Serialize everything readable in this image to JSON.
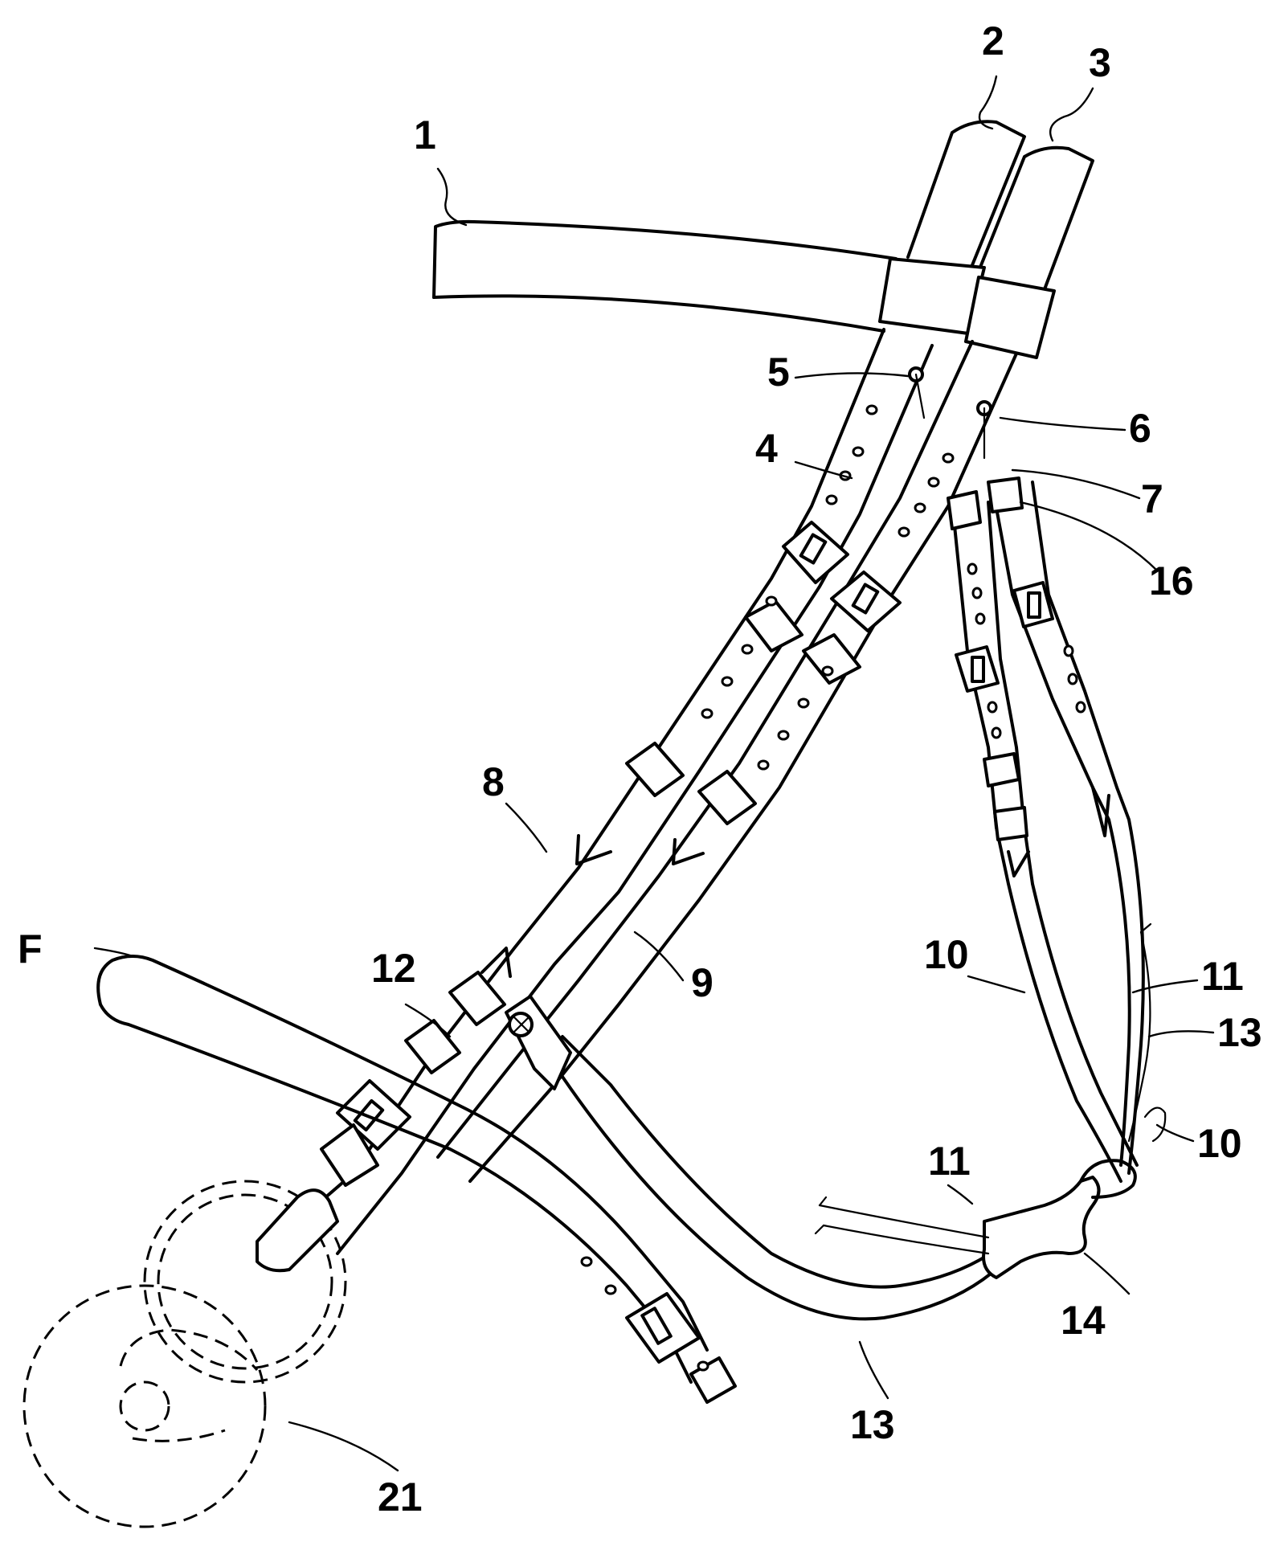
{
  "figure": {
    "labels": [
      {
        "id": "label-1",
        "text": "1"
      },
      {
        "id": "label-2",
        "text": "2"
      },
      {
        "id": "label-3",
        "text": "3"
      },
      {
        "id": "label-5",
        "text": "5"
      },
      {
        "id": "label-4",
        "text": "4"
      },
      {
        "id": "label-6",
        "text": "6"
      },
      {
        "id": "label-7",
        "text": "7"
      },
      {
        "id": "label-16",
        "text": "16"
      },
      {
        "id": "label-8",
        "text": "8"
      },
      {
        "id": "label-F",
        "text": "F"
      },
      {
        "id": "label-12",
        "text": "12"
      },
      {
        "id": "label-9",
        "text": "9"
      },
      {
        "id": "label-10-upper",
        "text": "10"
      },
      {
        "id": "label-11-upper",
        "text": "11"
      },
      {
        "id": "label-13-right",
        "text": "13"
      },
      {
        "id": "label-10-right",
        "text": "10"
      },
      {
        "id": "label-11-lower",
        "text": "11"
      },
      {
        "id": "label-14",
        "text": "14"
      },
      {
        "id": "label-13-lower",
        "text": "13"
      },
      {
        "id": "label-21",
        "text": "21"
      }
    ]
  }
}
